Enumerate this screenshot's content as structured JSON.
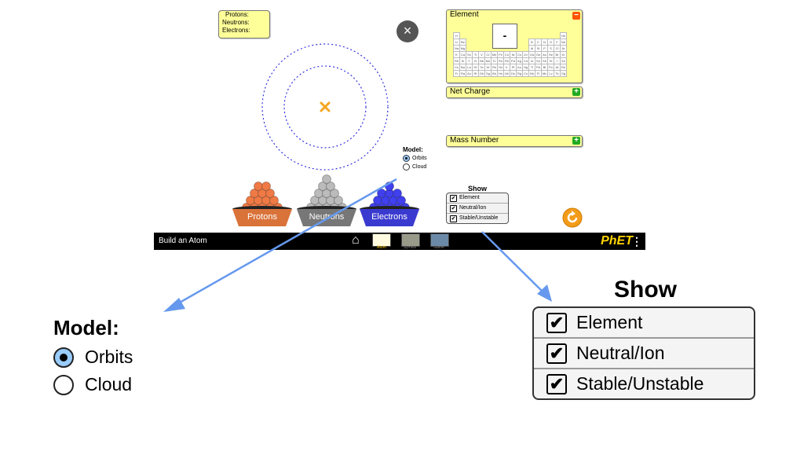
{
  "counts": {
    "protons_label": "Protons:",
    "neutrons_label": "Neutrons:",
    "electrons_label": "Electrons:"
  },
  "close_button": {
    "symbol": "×"
  },
  "nucleus": {
    "symbol": "×",
    "color": "#f5a623"
  },
  "element_panel": {
    "title": "Element",
    "collapse_symbol": "−",
    "element_symbol": "-",
    "table_rows": [
      [
        "H",
        "",
        "",
        "",
        "",
        "",
        "",
        "",
        "",
        "",
        "",
        "",
        "",
        "",
        "",
        "",
        "",
        "He"
      ],
      [
        "Li",
        "Be",
        "",
        "",
        "",
        "",
        "",
        "",
        "",
        "",
        "",
        "",
        "B",
        "C",
        "N",
        "O",
        "F",
        "Ne"
      ],
      [
        "Na",
        "Mg",
        "",
        "",
        "",
        "",
        "",
        "",
        "",
        "",
        "",
        "",
        "Al",
        "Si",
        "P",
        "S",
        "Cl",
        "Ar"
      ],
      [
        "K",
        "Ca",
        "Sc",
        "Ti",
        "V",
        "Cr",
        "Mn",
        "Fe",
        "Co",
        "Ni",
        "Cu",
        "Zn",
        "Ga",
        "Ge",
        "As",
        "Se",
        "Br",
        "Kr"
      ],
      [
        "Rb",
        "Sr",
        "Y",
        "Zr",
        "Nb",
        "Mo",
        "Tc",
        "Ru",
        "Rh",
        "Pd",
        "Ag",
        "Cd",
        "In",
        "Sn",
        "Sb",
        "Te",
        "I",
        "Xe"
      ],
      [
        "Cs",
        "Ba",
        "La",
        "Hf",
        "Ta",
        "W",
        "Re",
        "Os",
        "Ir",
        "Pt",
        "Au",
        "Hg",
        "Tl",
        "Pb",
        "Bi",
        "Po",
        "At",
        "Rn"
      ],
      [
        "Fr",
        "Ra",
        "Ac",
        "Rf",
        "Db",
        "Sg",
        "Bh",
        "Hs",
        "Mt",
        "Ds",
        "Rg",
        "Cn",
        "Nh",
        "Fl",
        "Mc",
        "Lv",
        "Ts",
        "Og"
      ]
    ]
  },
  "net_charge_panel": {
    "title": "Net Charge",
    "expand_symbol": "+"
  },
  "mass_number_panel": {
    "title": "Mass Number",
    "expand_symbol": "+"
  },
  "model": {
    "title": "Model:",
    "options": [
      {
        "label": "Orbits",
        "selected": true
      },
      {
        "label": "Cloud",
        "selected": false
      }
    ]
  },
  "buckets": [
    {
      "label": "Protons",
      "color": "#d9733a",
      "ball": "#f07a45"
    },
    {
      "label": "Neutrons",
      "color": "#777777",
      "ball": "#bbbbbb"
    },
    {
      "label": "Electrons",
      "color": "#3a3ad0",
      "ball": "#4040ee"
    }
  ],
  "show": {
    "title": "Show",
    "options": [
      {
        "label": "Element",
        "checked": true
      },
      {
        "label": "Neutral/Ion",
        "checked": true
      },
      {
        "label": "Stable/Unstable",
        "checked": true
      }
    ],
    "check_symbol": "✔"
  },
  "navbar": {
    "title": "Build an Atom",
    "home_icon": "⌂",
    "screens": [
      {
        "label": "Atom",
        "active": true
      },
      {
        "label": "Symbol",
        "active": false
      },
      {
        "label": "Game",
        "active": false
      }
    ],
    "brand": "PhET",
    "menu_symbol": "⋮"
  },
  "colors": {
    "panel_yellow": "#ffff99",
    "orbit_blue": "#3333dd",
    "arrow_blue": "#6699ee",
    "reset_orange": "#f39c1a",
    "collapse_red": "#ff5500",
    "expand_green": "#22aa22"
  }
}
